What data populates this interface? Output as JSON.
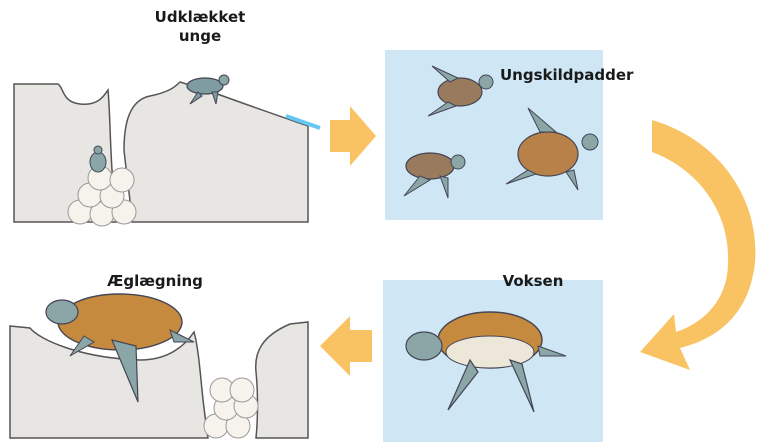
{
  "diagram": {
    "stages": {
      "hatchling": "Udklækket unge",
      "juveniles": "Ungskildpadder",
      "adult": "Voksen",
      "egg_laying": "Æglægning"
    },
    "colors": {
      "arrow": "#f9c363",
      "water_panel": "#cfe7f5",
      "sand": "#e8e6e2",
      "outline": "#555555",
      "shell": "#c68a3e",
      "skin": "#8aa6a6",
      "water_line": "#66c7f0"
    }
  }
}
